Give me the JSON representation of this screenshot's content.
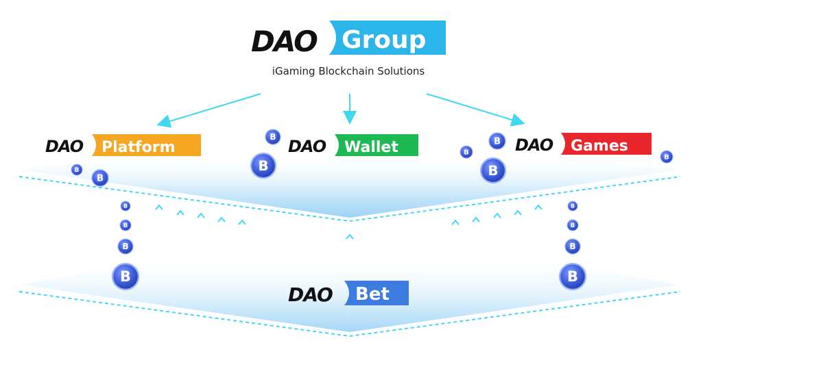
{
  "colors": {
    "group": "#2BB5E8",
    "platform": "#F5A623",
    "wallet": "#1DB954",
    "games": "#E8262B",
    "bet": "#3C7BE0",
    "coin": "#3B5BD9",
    "arrow": "#3ED8F0",
    "layer": "#CDE9FA"
  },
  "icons": {
    "coin": "b-coin-icon",
    "arrow": "arrow-up-icon"
  },
  "group": {
    "prefix": "DAO",
    "name": "Group",
    "tagline": "iGaming Blockchain Solutions"
  },
  "products": [
    {
      "id": "platform",
      "prefix": "DAO",
      "name": "Platform"
    },
    {
      "id": "wallet",
      "prefix": "DAO",
      "name": "Wallet"
    },
    {
      "id": "games",
      "prefix": "DAO",
      "name": "Games"
    }
  ],
  "bet": {
    "prefix": "DAO",
    "name": "Bet"
  },
  "coin_glyph": "B"
}
